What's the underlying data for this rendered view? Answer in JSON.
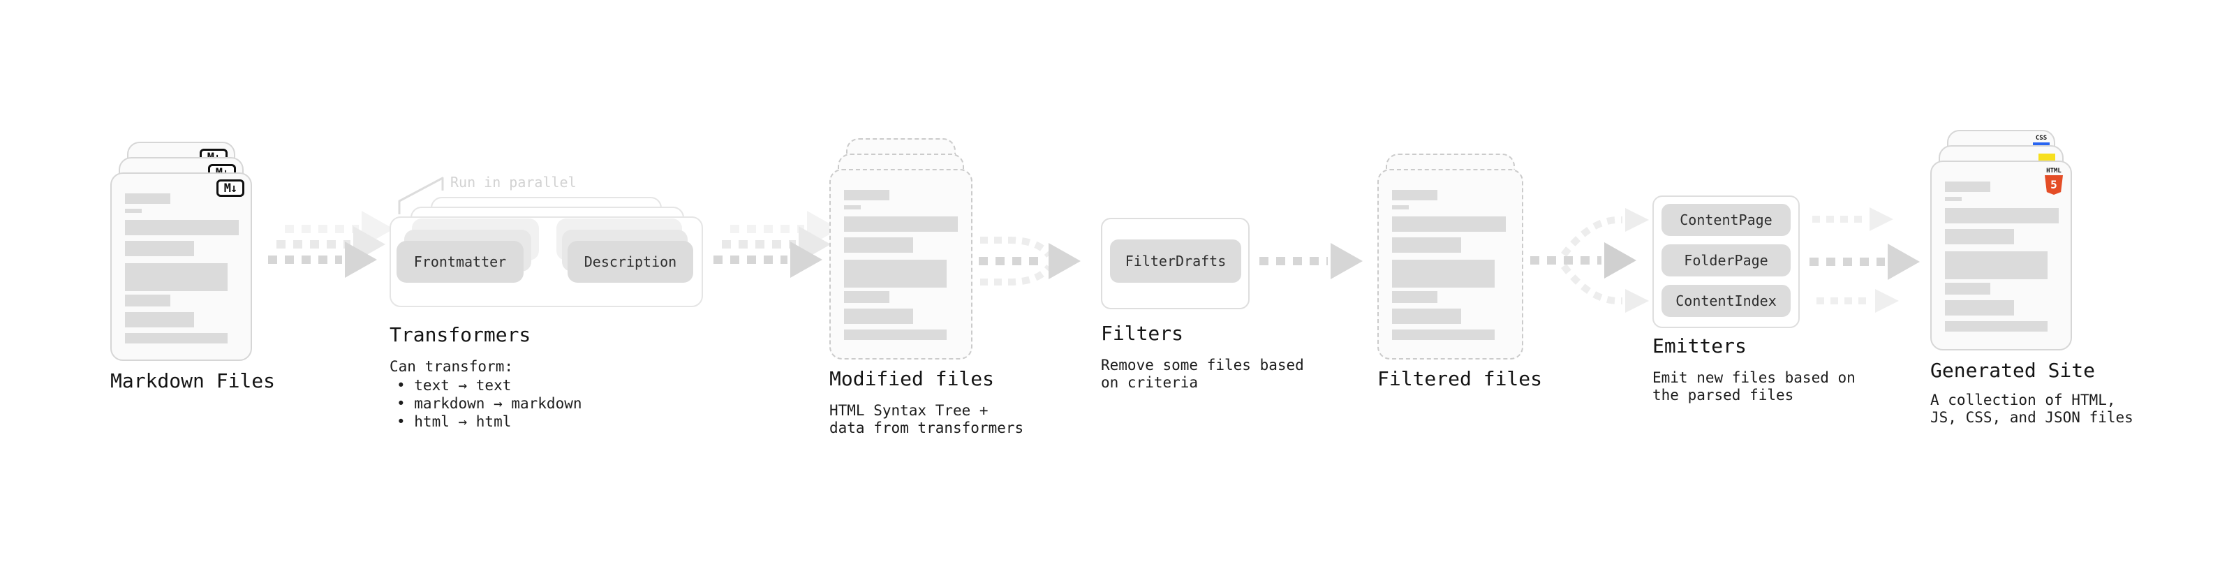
{
  "markdown": {
    "label": "Markdown Files",
    "badge": "M↓"
  },
  "transformers": {
    "label": "Transformers",
    "annotation": "Run in parallel",
    "pill_left": "Frontmatter",
    "pill_right": "Description",
    "desc_title": "Can transform:",
    "bullets": [
      "• text → text",
      "• markdown → markdown",
      "• html → html"
    ]
  },
  "modified": {
    "label": "Modified files",
    "desc": [
      "HTML Syntax Tree +",
      "data from transformers"
    ]
  },
  "filters": {
    "label": "Filters",
    "pill": "FilterDrafts",
    "desc": [
      "Remove some files based",
      "on criteria"
    ]
  },
  "filtered": {
    "label": "Filtered files"
  },
  "emitters": {
    "label": "Emitters",
    "pills": [
      "ContentPage",
      "FolderPage",
      "ContentIndex"
    ],
    "desc": [
      "Emit new files based on",
      "the parsed files"
    ]
  },
  "generated": {
    "label": "Generated Site",
    "css_badge": "CSS",
    "html_badge_word": "HTML",
    "html_badge_number": "5",
    "desc": [
      "A collection of HTML,",
      "JS, CSS, and JSON files"
    ]
  },
  "colors": {
    "arrow_gray": "#d6d6d6",
    "arrow_light": "#ededed",
    "card_border": "#d6d6d6",
    "dashed_border": "#cbcbcb",
    "bar_gray": "#dbdbdb",
    "pill_gray": "#dcdcdc",
    "html5_orange": "#e44d26",
    "js_yellow": "#f7df1e",
    "css_blue": "#2965f1",
    "annotation_gray": "#d2d2d2",
    "text_black": "#141414"
  }
}
